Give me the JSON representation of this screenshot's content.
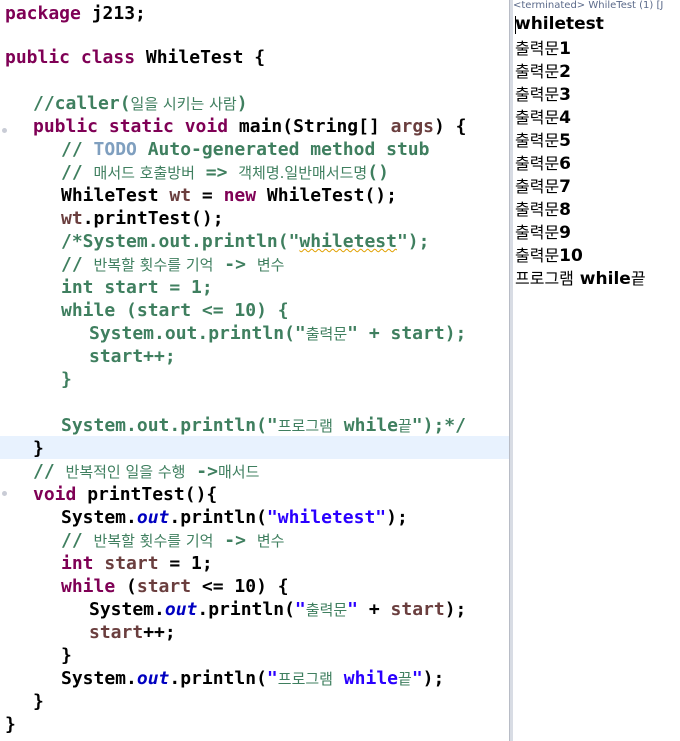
{
  "editor": {
    "code": {
      "pkg_kw": "package",
      "pkg_name": " j213;",
      "class_mods": "public class",
      "class_name": " WhileTest {",
      "caller_comment": "//caller(",
      "caller_comment_kr": "일을 시키는 사람",
      "caller_comment_end": ")",
      "main_mods": "public static void",
      "main_sig": " main(String[] ",
      "main_args": "args",
      "main_end": ") {",
      "todo_prefix": "// ",
      "todo_tag": "TODO",
      "todo_text": " Auto-generated method stub",
      "c1_prefix": "// ",
      "c1_kr1": "매서드 호출방버",
      "c1_mid": " => ",
      "c1_kr2": "객체명.일반매서드명",
      "c1_end": "()",
      "inst_type": "WhileTest ",
      "inst_var": "wt",
      "inst_eq": " = ",
      "inst_new": "new",
      "inst_ctor": " WhileTest();",
      "call_var": "wt",
      "call_rest": ".printTest();",
      "bc1_a": "/*System.out.println(\"",
      "bc1_b": "whiletest",
      "bc1_c": "\");",
      "bc2_prefix": "// ",
      "bc2_kr1": "반복할 횟수를 기억",
      "bc2_mid": " -> ",
      "bc2_kr2": "변수",
      "bc3": "int start = 1;",
      "bc4": "while (start <= 10) {",
      "bc5_a": "System.out.println(\"",
      "bc5_kr": "출력문",
      "bc5_b": "\" + start);",
      "bc6": "start++;",
      "bc7": "}",
      "bc8_a": "System.out.println(\"",
      "bc8_kr": "프로그램",
      "bc8_b": " while",
      "bc8_kr2": "끝",
      "bc8_c": "\");*/",
      "close_main": "}",
      "c2_prefix": "// ",
      "c2_kr1": "반복적인 일을 수행",
      "c2_mid": " ->",
      "c2_kr2": "매서드",
      "pt_kw": "void",
      "pt_sig": " printTest(){",
      "p1_a": "System.",
      "p1_out": "out",
      "p1_b": ".println(",
      "p1_str": "\"whiletest\"",
      "p1_c": ");",
      "p2_prefix": "// ",
      "p2_kr1": "반복할 횟수를 기억",
      "p2_mid": " -> ",
      "p2_kr2": "변수",
      "p3_kw": "int",
      "p3_var": " start",
      "p3_rest": " = 1;",
      "p4_kw": "while",
      "p4_a": " (",
      "p4_var": "start",
      "p4_b": " <= 10) {",
      "p5_a": "System.",
      "p5_out": "out",
      "p5_b": ".println(",
      "p5_q1": "\"",
      "p5_kr": "출력문",
      "p5_q2": "\"",
      "p5_plus": " + ",
      "p5_var": "start",
      "p5_c": ");",
      "p6_var": "start",
      "p6_rest": "++;",
      "p7": "}",
      "p8_a": "System.",
      "p8_out": "out",
      "p8_b": ".println(",
      "p8_q1": "\"",
      "p8_kr": "프로그램",
      "p8_w": " while",
      "p8_kr2": "끝",
      "p8_q2": "\"",
      "p8_c": ");",
      "close_pt": "}",
      "close_class": "}"
    }
  },
  "console": {
    "header": "<terminated> WhileTest (1) [J",
    "first": "whiletest",
    "lines": [
      {
        "kr": "출력문",
        "n": "1"
      },
      {
        "kr": "출력문",
        "n": "2"
      },
      {
        "kr": "출력문",
        "n": "3"
      },
      {
        "kr": "출력문",
        "n": "4"
      },
      {
        "kr": "출력문",
        "n": "5"
      },
      {
        "kr": "출력문",
        "n": "6"
      },
      {
        "kr": "출력문",
        "n": "7"
      },
      {
        "kr": "출력문",
        "n": "8"
      },
      {
        "kr": "출력문",
        "n": "9"
      },
      {
        "kr": "출력문",
        "n": "10"
      }
    ],
    "last_kr": "프로그램",
    "last_w": " while",
    "last_kr2": "끝"
  },
  "colors": {
    "keyword": "#7f0055",
    "string": "#2a00ff",
    "comment": "#3f7f5f",
    "field": "#6a3e3e",
    "static_field": "#0000c0",
    "current_line": "#e8f2fe"
  }
}
